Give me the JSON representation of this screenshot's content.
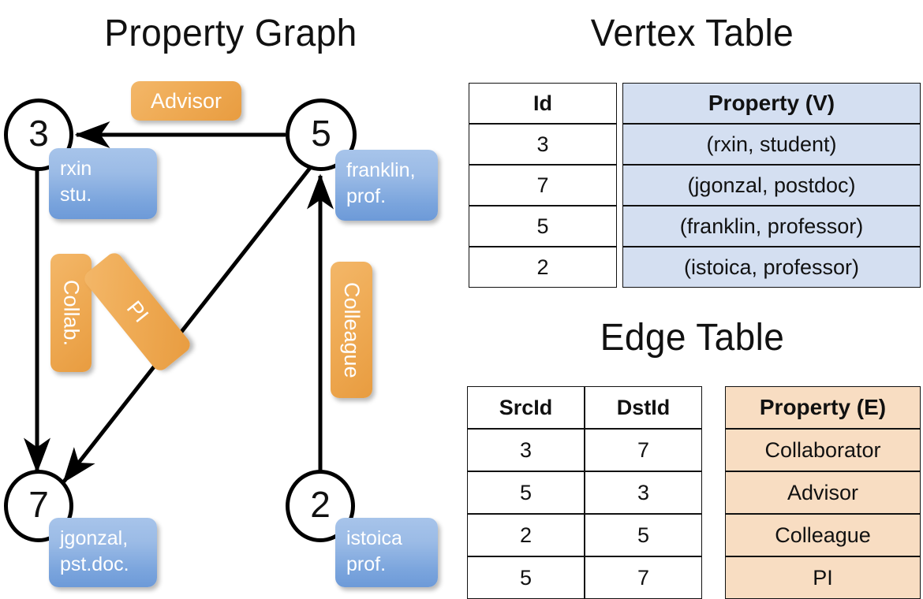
{
  "sections": {
    "graph_title": "Property Graph",
    "vertex_title": "Vertex Table",
    "edge_title": "Edge Table"
  },
  "graph": {
    "nodes": [
      {
        "id": "3",
        "props": [
          "rxin",
          "stu."
        ]
      },
      {
        "id": "5",
        "props": [
          "franklin,",
          "prof."
        ]
      },
      {
        "id": "7",
        "props": [
          "jgonzal,",
          "pst.doc."
        ]
      },
      {
        "id": "2",
        "props": [
          "istoica",
          "prof."
        ]
      }
    ],
    "edge_labels": [
      {
        "text": "Advisor",
        "from": "5",
        "to": "3"
      },
      {
        "text": "Collab.",
        "from": "3",
        "to": "7"
      },
      {
        "text": "PI",
        "from": "5",
        "to": "7"
      },
      {
        "text": "Colleague",
        "from": "2",
        "to": "5"
      }
    ]
  },
  "vertex_table": {
    "headers": [
      "Id",
      "Property (V)"
    ],
    "rows": [
      {
        "id": "3",
        "property": "(rxin, student)"
      },
      {
        "id": "7",
        "property": "(jgonzal, postdoc)"
      },
      {
        "id": "5",
        "property": "(franklin, professor)"
      },
      {
        "id": "2",
        "property": "(istoica, professor)"
      }
    ]
  },
  "edge_table": {
    "headers": [
      "SrcId",
      "DstId",
      "Property (E)"
    ],
    "rows": [
      {
        "src": "3",
        "dst": "7",
        "property": "Collaborator"
      },
      {
        "src": "5",
        "dst": "3",
        "property": "Advisor"
      },
      {
        "src": "2",
        "dst": "5",
        "property": "Colleague"
      },
      {
        "src": "5",
        "dst": "7",
        "property": "PI"
      }
    ]
  },
  "colors": {
    "vertex_header_fill": "#d4dff1",
    "edge_header_fill": "#f8ddc2",
    "node_box_blue": "#7ba5dd",
    "edge_label_orange": "#efab55",
    "stroke": "#111111"
  }
}
